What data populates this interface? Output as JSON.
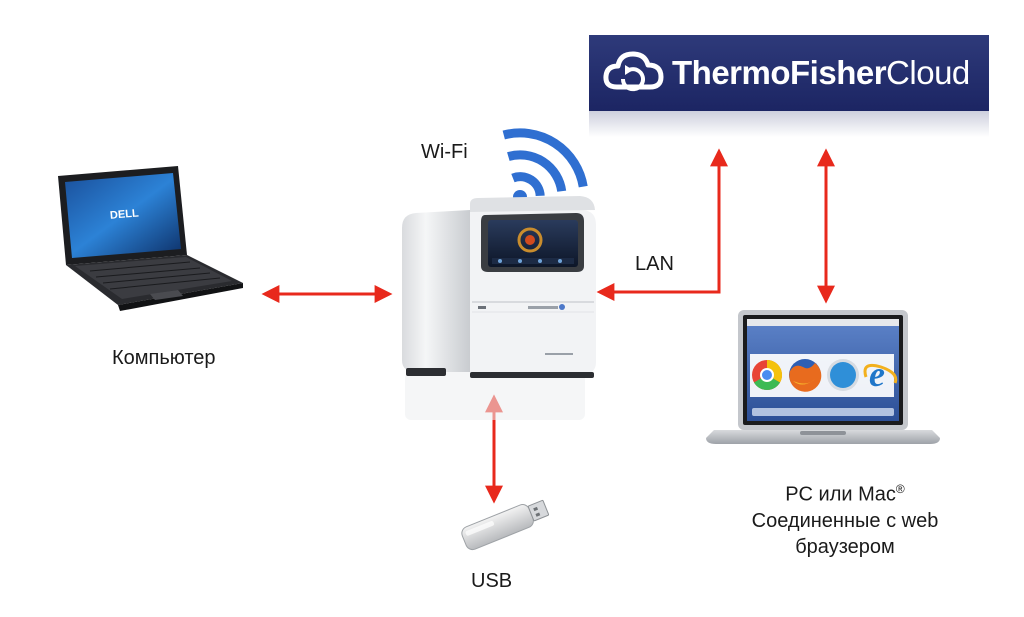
{
  "labels": {
    "wifi": "Wi-Fi",
    "lan": "LAN",
    "computer": "Компьютер",
    "usb": "USB",
    "pc_line1": "PC или Mac",
    "pc_reg": "®",
    "pc_line2": "Соединенные с web",
    "pc_line3": "браузером"
  },
  "cloud": {
    "brand_bold": "ThermoFisher",
    "brand_regular": "Cloud"
  },
  "laptop_left": {
    "logo": "DELL"
  },
  "colors": {
    "arrow": "#e8291c",
    "wifi": "#2f6fd1",
    "cloud_banner": "#1c2563"
  }
}
